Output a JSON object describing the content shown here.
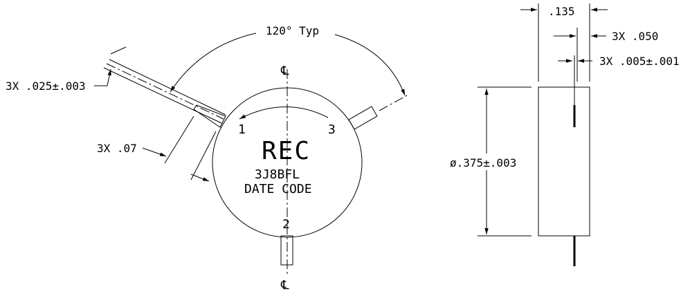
{
  "top_view": {
    "angle_label": "120° Typ",
    "lead_diameter_label": "3X .025±.003",
    "lead_length_label": "3X .07",
    "centerline_symbol": "℄",
    "pin_labels": [
      "1",
      "2",
      "3"
    ],
    "marking": {
      "brand": "REC",
      "part_number": "3J8BFL",
      "date_code": "DATE CODE"
    }
  },
  "side_view": {
    "body_thickness_label": ".135",
    "lead_spacing_label": "3X .050",
    "lead_offset_label": "3X .005±.001",
    "diameter_label": "ø.375±.003"
  }
}
